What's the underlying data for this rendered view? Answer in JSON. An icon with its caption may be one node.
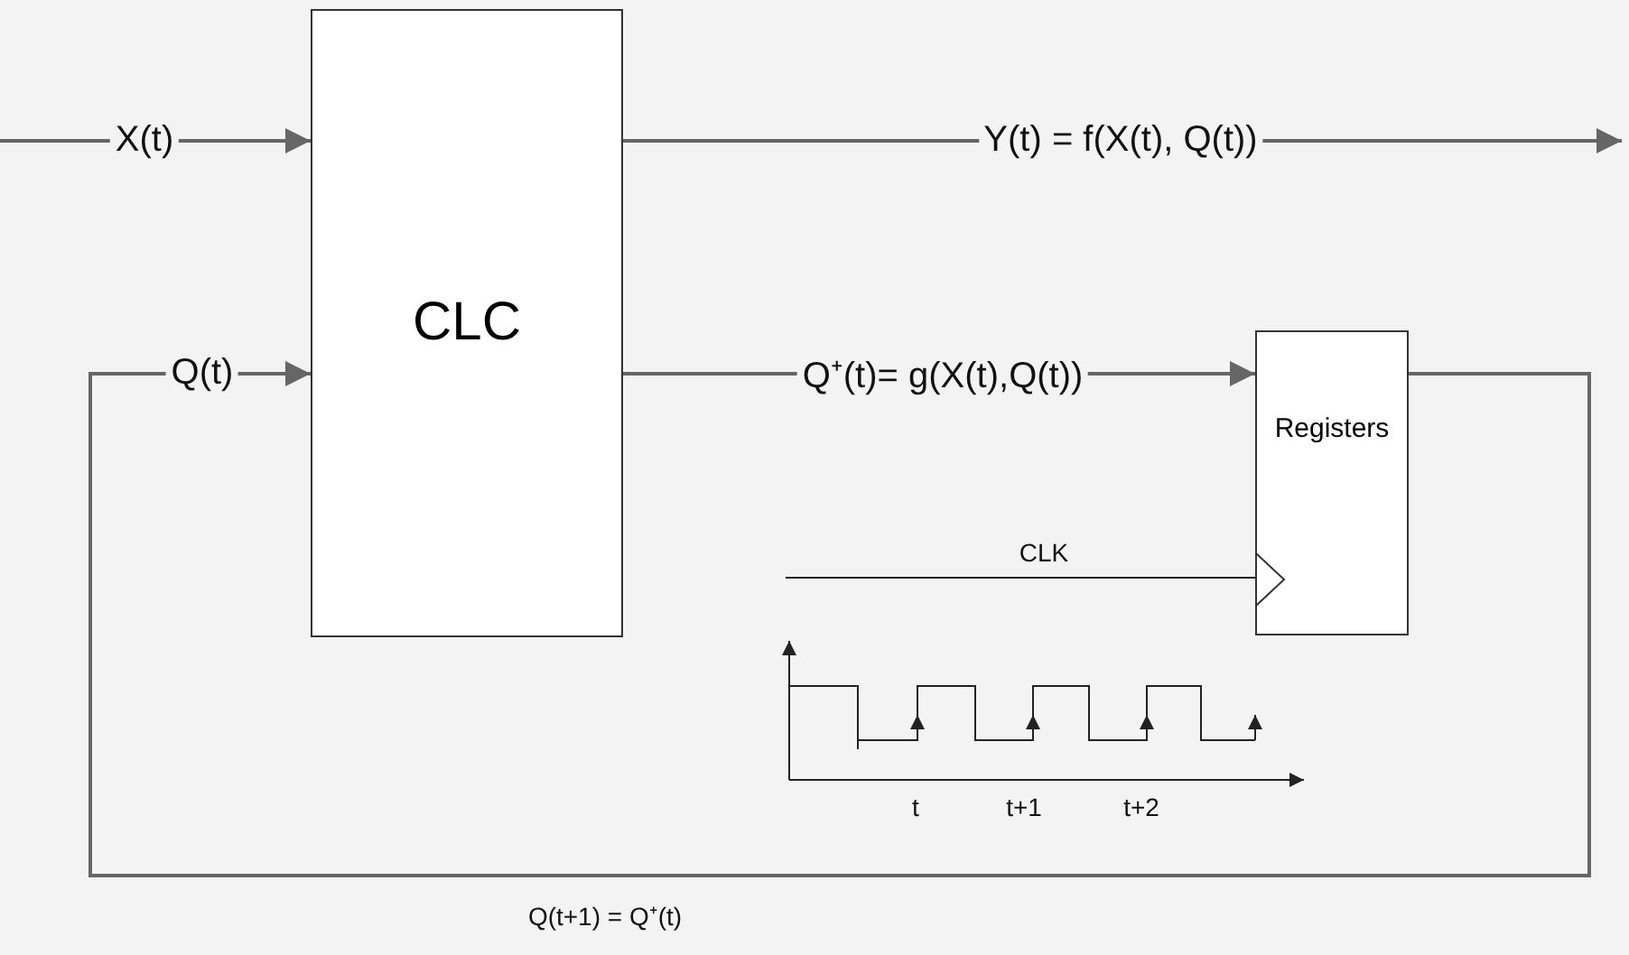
{
  "diagram": {
    "nodes": [
      {
        "text": [
          "CLC"
        ]
      },
      {
        "text": [
          "Registers"
        ]
      }
    ],
    "edges": [
      {
        "from": null,
        "to": 0,
        "arrow": "to",
        "label": "X(t)"
      },
      {
        "from": 0,
        "to": null,
        "arrow": "to",
        "label": "Y(t) = f(X(t), Q(t))"
      },
      {
        "from": 0,
        "to": 1,
        "arrow": "to",
        "label": "Q⁺(t)= g(X(t),Q(t))"
      },
      {
        "from": 1,
        "to": 0,
        "arrow": "to",
        "label": "Q(t+1) = Q⁺(t)"
      },
      {
        "from": null,
        "to": 1,
        "arrow": "none",
        "label": "CLK"
      }
    ],
    "labels": [
      "Q(t)",
      "t",
      "t+1",
      "t+2"
    ]
  }
}
